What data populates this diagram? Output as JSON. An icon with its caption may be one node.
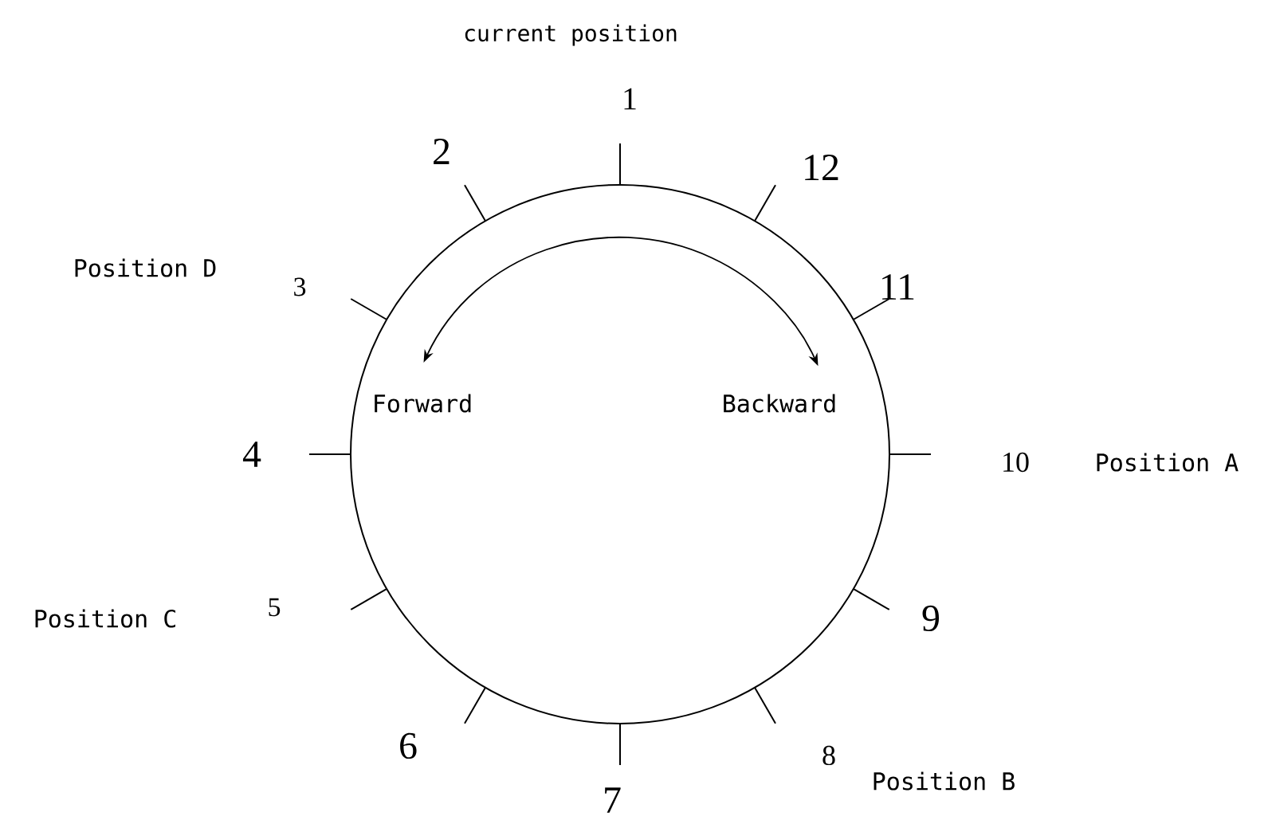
{
  "diagram": {
    "labels": [
      "current position",
      "1",
      "2",
      "12",
      "Position D",
      "3",
      "11",
      "Forward",
      "Backward",
      "4",
      "10",
      "Position A",
      "Position C",
      "5",
      "9",
      "6",
      "8",
      "Position B",
      "7"
    ]
  }
}
